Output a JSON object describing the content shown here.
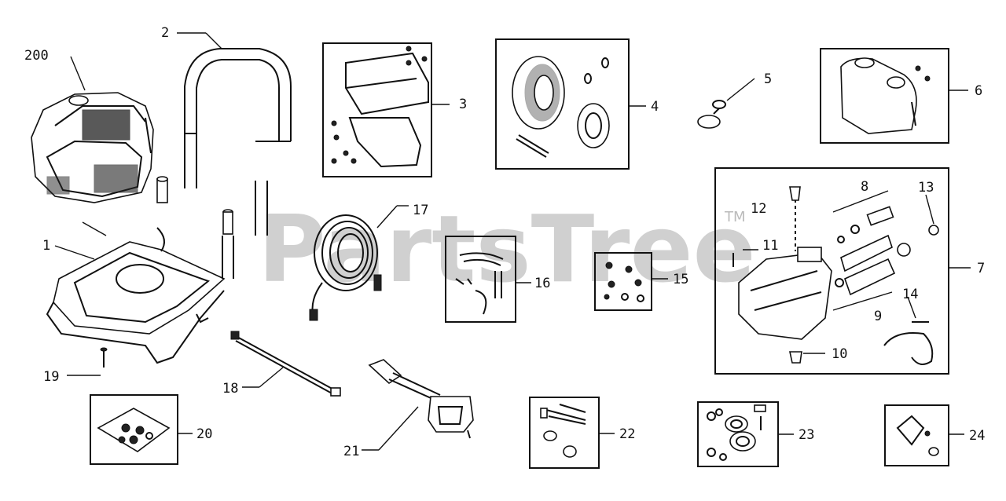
{
  "watermark": {
    "text": "PartsTree",
    "trademark": "TM"
  },
  "labels": {
    "p200": "200",
    "p1": "1",
    "p2": "2",
    "p3": "3",
    "p4": "4",
    "p5": "5",
    "p6": "6",
    "p7": "7",
    "p8": "8",
    "p9": "9",
    "p10": "10",
    "p11": "11",
    "p12": "12",
    "p13": "13",
    "p14": "14",
    "p15": "15",
    "p16": "16",
    "p17": "17",
    "p18": "18",
    "p19": "19",
    "p20": "20",
    "p21": "21",
    "p22": "22",
    "p23": "23",
    "p24": "24"
  }
}
